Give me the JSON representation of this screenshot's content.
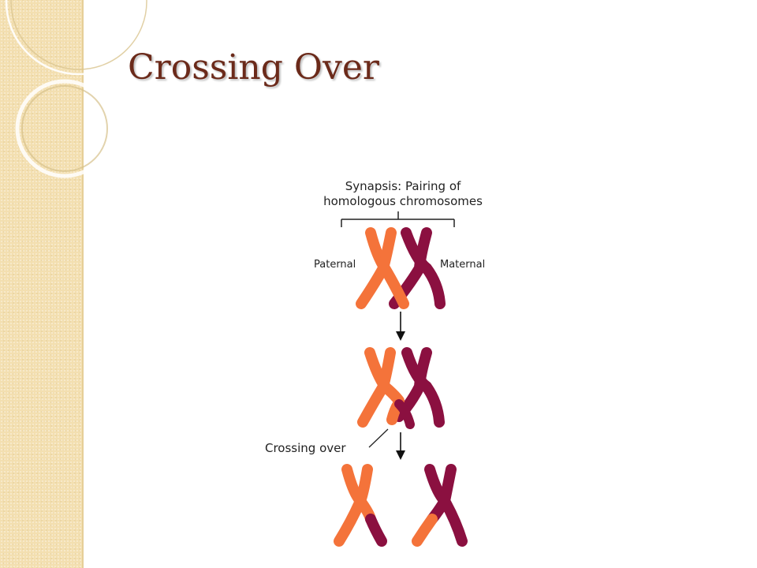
{
  "slide": {
    "title": "Crossing Over"
  },
  "diagram": {
    "synapsis_label_line1": "Synapsis: Pairing of",
    "synapsis_label_line2": "homologous chromosomes",
    "paternal_label": "Paternal",
    "maternal_label": "Maternal",
    "crossing_over_label": "Crossing over",
    "colors": {
      "paternal": "#f4733a",
      "maternal": "#8b1040",
      "band": "#f3dfb0",
      "title": "#6b2a1a"
    }
  }
}
